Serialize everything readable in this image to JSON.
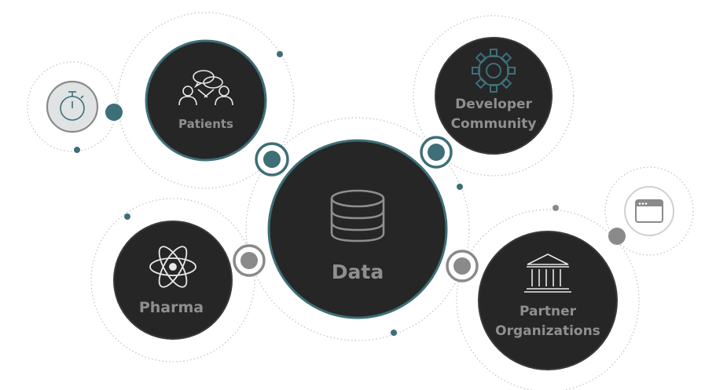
{
  "colors": {
    "node_fill": "#262626",
    "label_gray": "#8f8f8f",
    "teal": "#3e6f78",
    "gray_dot": "#8a8a8a",
    "dotted_ring": "#c4c4c4",
    "light_ring": "#e3e3e3"
  },
  "nodes": {
    "data": {
      "label": "Data",
      "icon": "database-icon"
    },
    "patients": {
      "label": "Patients",
      "icon": "people-chat-icon"
    },
    "developer": {
      "label_line1": "Developer",
      "label_line2": "Community",
      "icon": "gear-icon"
    },
    "pharma": {
      "label": "Pharma",
      "icon": "atom-icon"
    },
    "partner": {
      "label_line1": "Partner",
      "label_line2": "Organizations",
      "icon": "bank-building-icon"
    }
  },
  "satellites": {
    "stopwatch": {
      "icon": "stopwatch-icon"
    },
    "browser": {
      "icon": "browser-window-icon"
    }
  }
}
